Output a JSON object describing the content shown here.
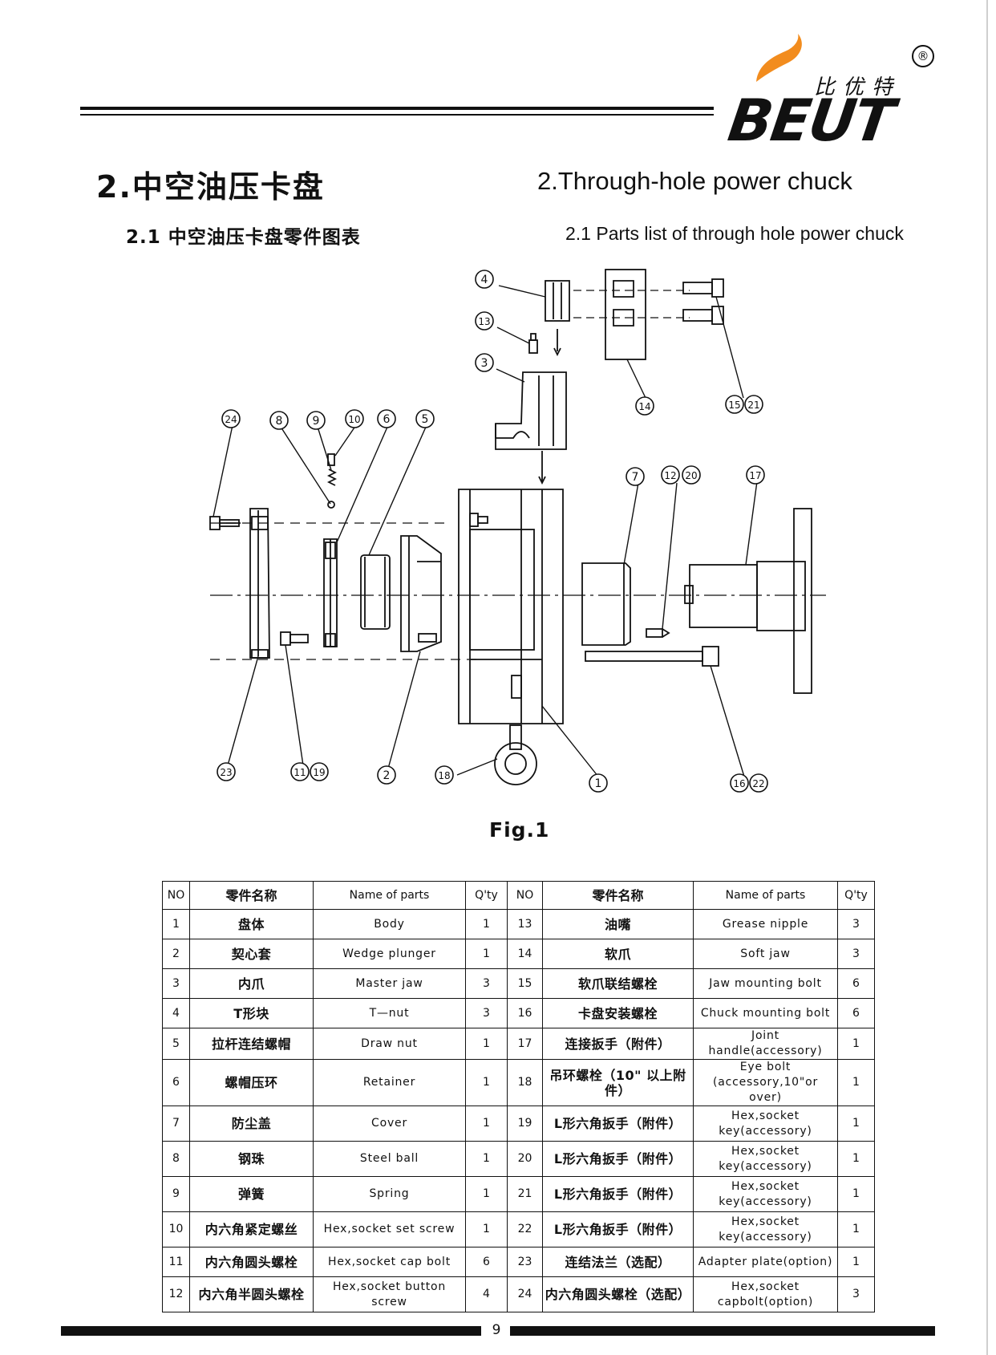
{
  "brand": {
    "cn": "比优特",
    "word": "BEUT",
    "registered": "®",
    "colors": {
      "flame": "#F28C1E",
      "ink": "#111111"
    }
  },
  "title": {
    "cn": "2.中空油压卡盘",
    "en": "2.Through-hole power chuck"
  },
  "subtitle": {
    "cn": "2.1 中空油压卡盘零件图表",
    "en": "2.1 Parts list of through hole power chuck"
  },
  "figure": {
    "caption": "Fig.1",
    "callouts": [
      "4",
      "13",
      "3",
      "14",
      "15",
      "21",
      "24",
      "8",
      "9",
      "10",
      "6",
      "5",
      "7",
      "12",
      "20",
      "17",
      "23",
      "11",
      "19",
      "2",
      "18",
      "1",
      "16",
      "22"
    ]
  },
  "table": {
    "headers": [
      "NO",
      "零件名称",
      "Name of parts",
      "Q'ty",
      "NO",
      "零件名称",
      "Name of parts",
      "Q'ty"
    ],
    "rows": [
      {
        "no1": "1",
        "cn1": "盘体",
        "en1": "Body",
        "q1": "1",
        "no2": "13",
        "cn2": "油嘴",
        "en2": "Grease nipple",
        "q2": "3"
      },
      {
        "no1": "2",
        "cn1": "契心套",
        "en1": "Wedge plunger",
        "q1": "1",
        "no2": "14",
        "cn2": "软爪",
        "en2": "Soft jaw",
        "q2": "3"
      },
      {
        "no1": "3",
        "cn1": "内爪",
        "en1": "Master jaw",
        "q1": "3",
        "no2": "15",
        "cn2": "软爪联结螺栓",
        "en2": "Jaw mounting bolt",
        "q2": "6"
      },
      {
        "no1": "4",
        "cn1": "T形块",
        "en1": "T—nut",
        "q1": "3",
        "no2": "16",
        "cn2": "卡盘安装螺栓",
        "en2": "Chuck mounting bolt",
        "q2": "6"
      },
      {
        "no1": "5",
        "cn1": "拉杆连结螺帽",
        "en1": "Draw nut",
        "q1": "1",
        "no2": "17",
        "cn2": "连接扳手（附件）",
        "en2": "Joint handle(accessory)",
        "q2": "1"
      },
      {
        "no1": "6",
        "cn1": "螺帽压环",
        "en1": "Retainer",
        "q1": "1",
        "no2": "18",
        "cn2": "吊环螺栓（10\" 以上附件）",
        "en2": "Eye bolt (accessory,10\"or over)",
        "q2": "1"
      },
      {
        "no1": "7",
        "cn1": "防尘盖",
        "en1": "Cover",
        "q1": "1",
        "no2": "19",
        "cn2": "L形六角扳手（附件）",
        "en2": "Hex,socket key(accessory)",
        "q2": "1"
      },
      {
        "no1": "8",
        "cn1": "钢珠",
        "en1": "Steel ball",
        "q1": "1",
        "no2": "20",
        "cn2": "L形六角扳手（附件）",
        "en2": "Hex,socket key(accessory)",
        "q2": "1"
      },
      {
        "no1": "9",
        "cn1": "弹簧",
        "en1": "Spring",
        "q1": "1",
        "no2": "21",
        "cn2": "L形六角扳手（附件）",
        "en2": "Hex,socket key(accessory)",
        "q2": "1"
      },
      {
        "no1": "10",
        "cn1": "内六角紧定螺丝",
        "en1": "Hex,socket set screw",
        "q1": "1",
        "no2": "22",
        "cn2": "L形六角扳手（附件）",
        "en2": "Hex,socket key(accessory)",
        "q2": "1"
      },
      {
        "no1": "11",
        "cn1": "内六角圆头螺栓",
        "en1": "Hex,socket cap bolt",
        "q1": "6",
        "no2": "23",
        "cn2": "连结法兰（选配）",
        "en2": "Adapter plate(option)",
        "q2": "1"
      },
      {
        "no1": "12",
        "cn1": "内六角半圆头螺栓",
        "en1": "Hex,socket button screw",
        "q1": "4",
        "no2": "24",
        "cn2": "内六角圆头螺栓（选配）",
        "en2": "Hex,socket capbolt(option)",
        "q2": "3"
      }
    ]
  },
  "footer": {
    "page_number": "9"
  }
}
